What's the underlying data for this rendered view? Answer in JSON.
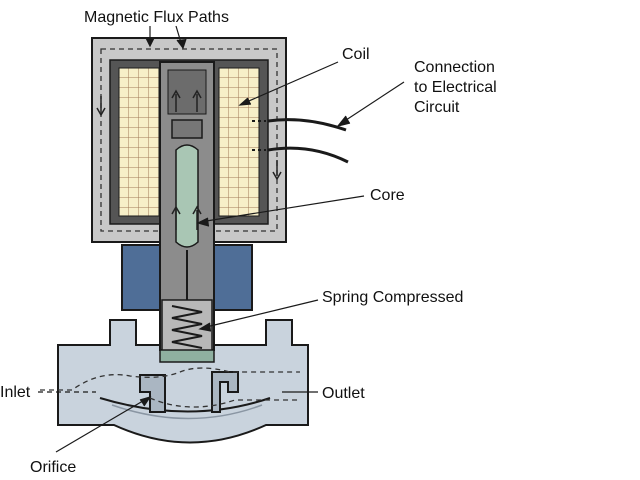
{
  "labels": {
    "magnetic_flux_paths": "Magnetic Flux Paths",
    "coil": "Coil",
    "connection_line1": "Connection",
    "connection_line2": "to Electrical",
    "connection_line3": "Circuit",
    "core": "Core",
    "spring_compressed": "Spring Compressed",
    "inlet": "Inlet",
    "outlet": "Outlet",
    "orifice": "Orifice"
  },
  "colors": {
    "housing": "#c8c8c8",
    "housing_stroke": "#1a1a1a",
    "coil_winding": "#f7efc8",
    "coil_grid": "#a07a58",
    "coil_frame": "#555555",
    "core_tube": "#555555",
    "core": "#a9c6b4",
    "neck": "#4f6e97",
    "valve_body": "#c9d3dd",
    "plunger": "#b8b8b8",
    "flux_path": "#333333",
    "wire": "#1a1a1a"
  }
}
